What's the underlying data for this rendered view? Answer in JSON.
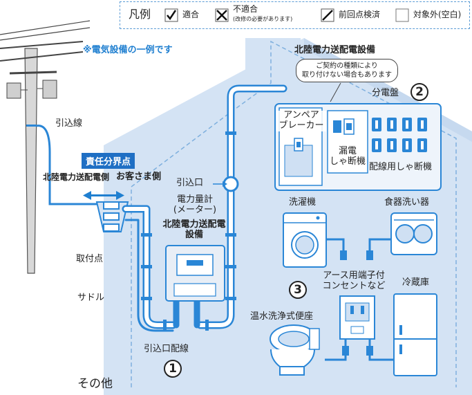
{
  "legend": {
    "title": "凡例",
    "items": [
      {
        "mark": "check",
        "label": "適合"
      },
      {
        "mark": "cross",
        "label": "不適合",
        "sub": "(改修の必要があります)"
      },
      {
        "mark": "slash",
        "label": "前回点検済"
      },
      {
        "mark": "blank",
        "label": "対象外(空白)"
      }
    ]
  },
  "note": "※電気設備の一例です",
  "labels": {
    "service_drop": "引込線",
    "responsibility_point": "責任分界点",
    "utility_side": "北陸電力送配電側",
    "customer_side": "お客さま側",
    "mount_point": "取付点",
    "saddle": "サドル",
    "entry_port": "引込口",
    "meter_line1": "電力量計",
    "meter_line2": "(メーター)",
    "meter_owner_line1": "北陸電力送配電",
    "meter_owner_line2": "設備",
    "entry_wiring": "引込口配線",
    "other": "その他",
    "utility_equipment": "北陸電力送配電設備",
    "contract_note_line1": "ご契約の種類により",
    "contract_note_line2": "取り付けない場合もあります",
    "panel": "分電盤",
    "ampere_breaker_line1": "アンペア",
    "ampere_breaker_line2": "ブレーカー",
    "leakage_breaker_line1": "漏電",
    "leakage_breaker_line2": "しゃ断機",
    "branch_breaker": "配線用しゃ断機",
    "washer": "洗濯機",
    "dishwasher": "食器洗い器",
    "outlet_line1": "アース用端子付",
    "outlet_line2": "コンセントなど",
    "fridge": "冷蔵庫",
    "toilet": "温水洗浄式便座"
  },
  "numbers": {
    "n1": "1",
    "n2": "2",
    "n3": "3"
  },
  "colors": {
    "house": "#d4e3f4",
    "pipe": "#2a86d6",
    "pipe_fill": "#ffffff",
    "badge": "#1f6fc4",
    "accent_text": "#1f7fd0",
    "arrow": "#1f7fd0"
  }
}
